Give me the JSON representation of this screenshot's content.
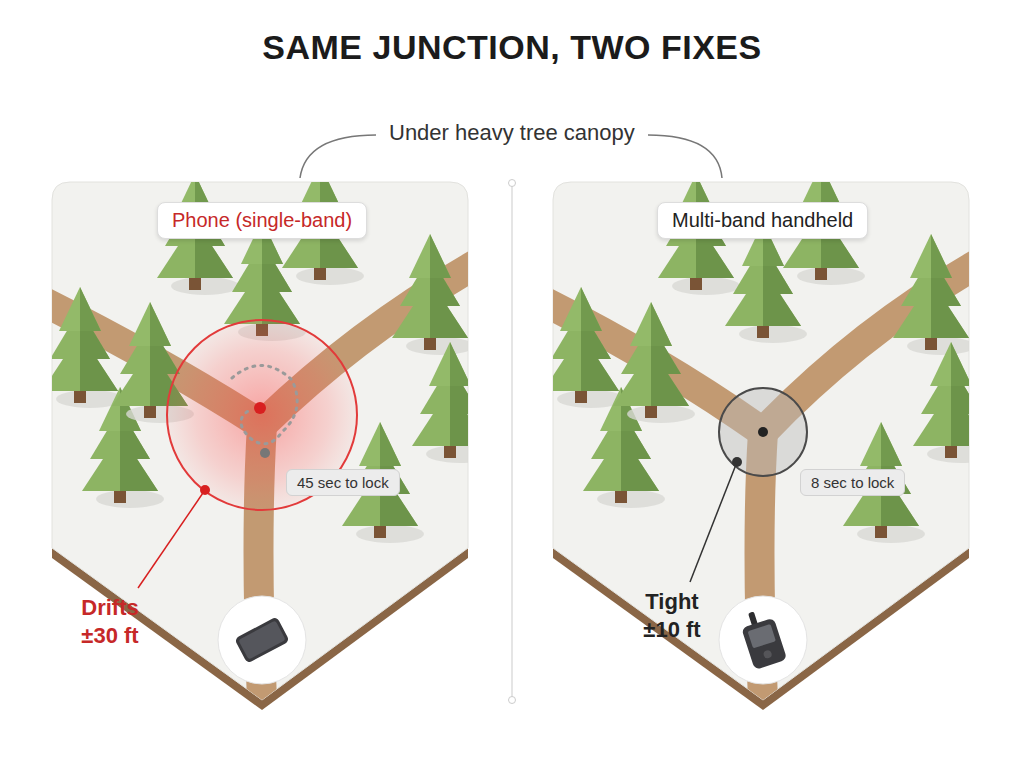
{
  "diagram": {
    "title": "SAME JUNCTION, TWO FIXES",
    "nodes": [
      {
        "text": [
          "Phone (single-band)"
        ]
      },
      {
        "text": [
          "Multi-band handheld"
        ]
      },
      {
        "text": [
          "45 sec to lock"
        ]
      },
      {
        "text": [
          "8 sec to lock"
        ]
      }
    ],
    "labels": [
      "Under heavy tree canopy",
      "Drifts ±30 ft",
      "Tight ±10 ft"
    ]
  }
}
